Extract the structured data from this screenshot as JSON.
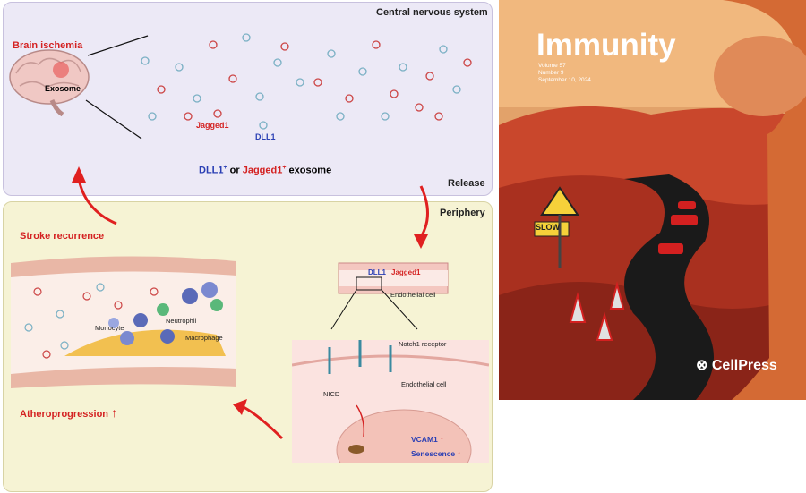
{
  "cns": {
    "title": "Central nervous system",
    "brain_label": "Brain ischemia",
    "exosome_label": "Exosome",
    "jagged_label": "Jagged1",
    "dll_label": "DLL1",
    "legend_part1": "DLL1",
    "legend_sup1": "+",
    "legend_or": " or ",
    "legend_part2": "Jagged1",
    "legend_sup2": "+",
    "legend_tail": " exosome",
    "release": "Release"
  },
  "periphery": {
    "title": "Periphery",
    "stroke": "Stroke recurrence",
    "athero": "Atheroprogression",
    "athero_arrow": "↑",
    "monocyte": "Monocyte",
    "neutrophil": "Neutrophil",
    "macrophage": "Macrophage",
    "dll_small": "DLL1",
    "jagged_small": "Jagged1",
    "endothelial1": "Endothelial cell",
    "notch": "Notch1 receptor",
    "endothelial2": "Endothelial cell",
    "nicd": "NICD",
    "vcam": "VCAM1",
    "senescence": "Senescence",
    "up": "↑"
  },
  "cover": {
    "journal": "Immunity",
    "volume": "Volume 57",
    "number": "Number 9",
    "date": "September 10, 2024",
    "sign": "SLOW",
    "publisher": "CellPress"
  },
  "colors": {
    "red": "#d42222",
    "blue": "#2a3fb4",
    "cns_bg": "#ece9f6",
    "periphery_bg": "#f6f3d4"
  }
}
